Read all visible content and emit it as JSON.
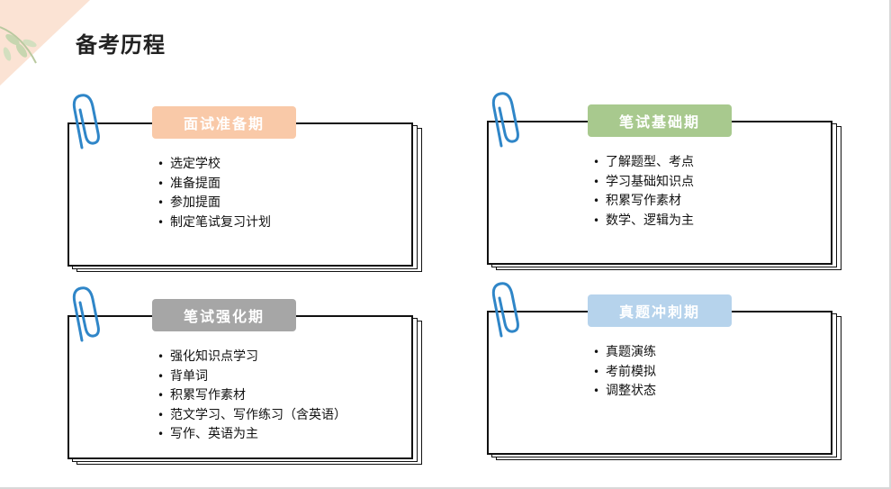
{
  "title": "备考历程",
  "colors": {
    "stage1": "#f9c9a8",
    "stage2": "#a8c98e",
    "stage3": "#a6a6a6",
    "stage4": "#b6d3ec",
    "clip": "#2f86c8"
  },
  "stages": [
    {
      "name": "面试准备期",
      "items": [
        "选定学校",
        "准备提面",
        "参加提面",
        "制定笔试复习计划"
      ]
    },
    {
      "name": "笔试基础期",
      "items": [
        "了解题型、考点",
        "学习基础知识点",
        "积累写作素材",
        "数学、逻辑为主"
      ]
    },
    {
      "name": "笔试强化期",
      "items": [
        "强化知识点学习",
        "背单词",
        "积累写作素材",
        "范文学习、写作练习（含英语）",
        "写作、英语为主"
      ]
    },
    {
      "name": "真题冲刺期",
      "items": [
        "真题演练",
        "考前模拟",
        "调整状态"
      ]
    }
  ]
}
